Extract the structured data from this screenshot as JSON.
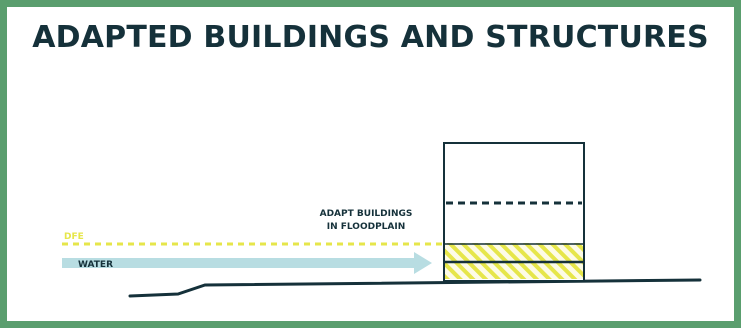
{
  "title": "ADAPTED BUILDINGS AND STRUCTURES",
  "labels": {
    "dfe": "DFE",
    "water": "WATER",
    "adapt_line1": "ADAPT BUILDINGS",
    "adapt_line2": "IN FLOODPLAIN"
  },
  "colors": {
    "frame": "#5a9e6e",
    "ink": "#15313a",
    "dfe": "#e6e64a",
    "water": "#b8dde2",
    "hatch": "#e6e64a"
  }
}
